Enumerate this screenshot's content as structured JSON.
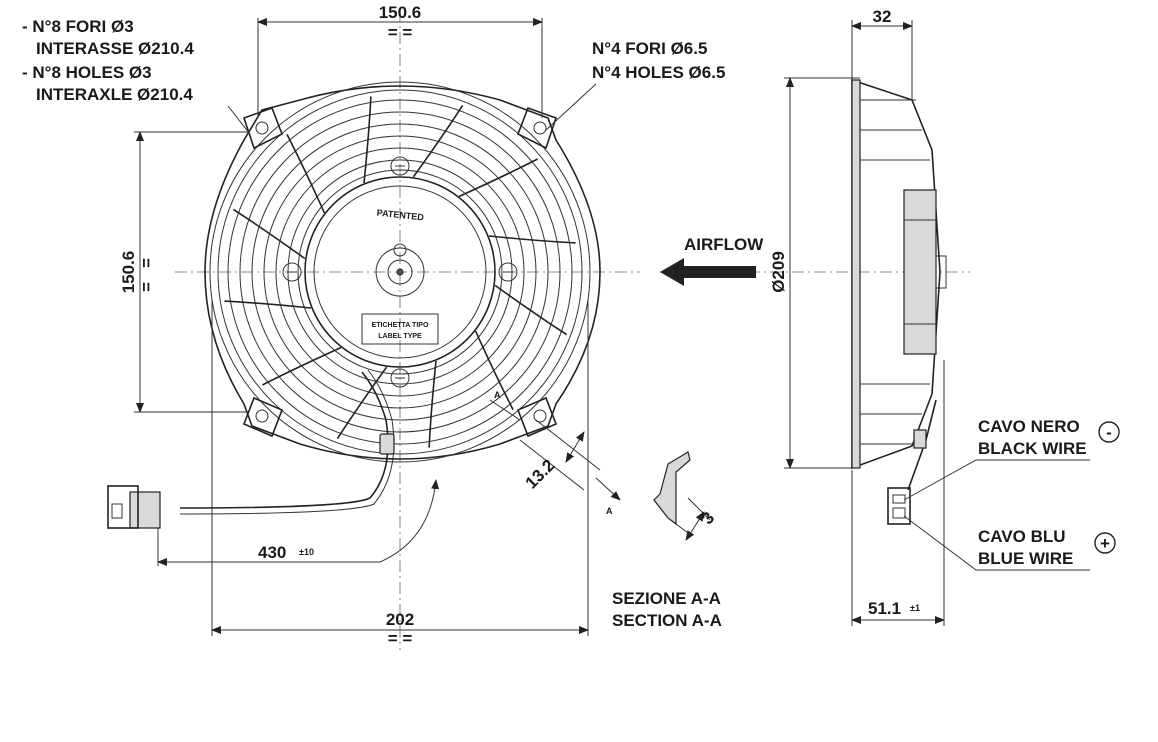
{
  "front_view": {
    "holes_note": [
      "- N°8 FORI Ø3",
      "INTERASSE Ø210.4",
      "- N°8 HOLES Ø3",
      "INTERAXLE Ø210.4"
    ],
    "mount_note": [
      "N°4 FORI Ø6.5",
      "N°4 HOLES Ø6.5"
    ],
    "width_top": "150.6",
    "height_left": "150.6",
    "overall_width": "202",
    "cable_length": "430",
    "cable_tolerance": "±10",
    "equal_mark": "= =",
    "equal_mark_v": "=",
    "hub_stamp": "PATENTED",
    "label_box": [
      "ETICHETTA TIPO",
      "LABEL TYPE"
    ],
    "section_marker": "A"
  },
  "section": {
    "depth_label": "13.2",
    "thickness_label": "3",
    "marker": "A",
    "title": [
      "SEZIONE A-A",
      "SECTION A-A"
    ]
  },
  "side_view": {
    "airflow_label": "AIRFLOW",
    "diameter_label": "Ø209",
    "depth_top": "32",
    "depth_bottom": "51.1",
    "depth_bottom_tolerance": "±1",
    "black_wire": [
      "CAVO NERO",
      "BLACK WIRE"
    ],
    "black_symbol": "-",
    "blue_wire": [
      "CAVO BLU",
      "BLUE WIRE"
    ],
    "blue_symbol": "+"
  }
}
